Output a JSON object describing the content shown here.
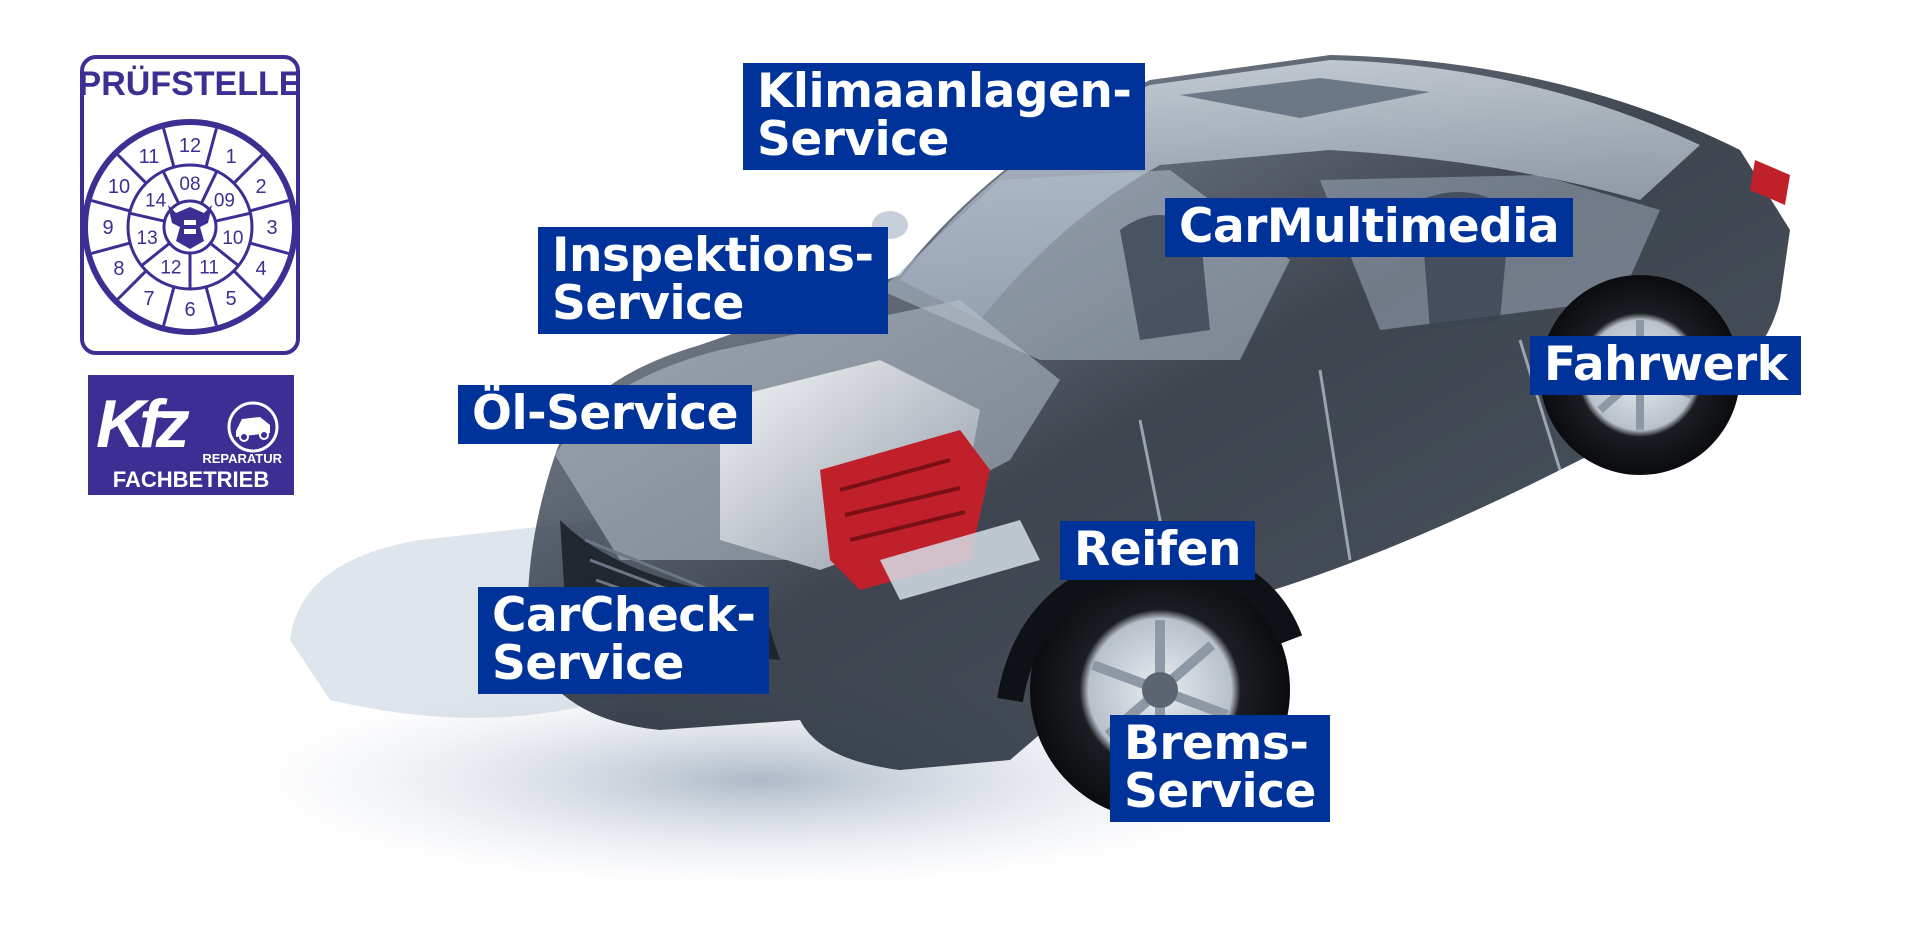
{
  "badges": {
    "pruefstelle": {
      "title": "PRÜFSTELLE",
      "outer_numbers": [
        "12",
        "1",
        "2",
        "3",
        "4",
        "5",
        "6",
        "7",
        "8",
        "9",
        "10",
        "11"
      ],
      "inner_numbers": [
        "08",
        "09",
        "10",
        "11",
        "12",
        "13",
        "14"
      ],
      "color": "#3b2f93",
      "icon": "eagle-crest-icon"
    },
    "kfz": {
      "logo_text": "Kfz",
      "sub_text": "REPARATUR",
      "bottom_text": "FACHBETRIEB",
      "color": "#3b2f93",
      "icon": "lifted-car-icon"
    }
  },
  "services": {
    "klima": [
      "Klimaanlagen-",
      "Service"
    ],
    "multimedia": [
      "CarMultimedia"
    ],
    "inspektion": [
      "Inspektions-",
      "Service"
    ],
    "fahrwerk": [
      "Fahrwerk"
    ],
    "oel": [
      "Öl-Service"
    ],
    "reifen": [
      "Reifen"
    ],
    "carcheck": [
      "CarCheck-",
      "Service"
    ],
    "brems": [
      "Brems-",
      "Service"
    ]
  },
  "colors": {
    "label_background": "#003399",
    "label_text": "#ffffff",
    "car_body": "#1b222c",
    "engine_red": "#c0202a"
  }
}
